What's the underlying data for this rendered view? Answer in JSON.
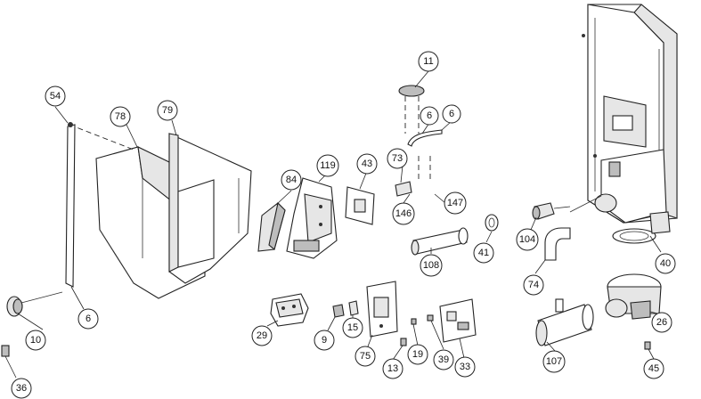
{
  "callouts": [
    {
      "label": "11"
    },
    {
      "label": "54"
    },
    {
      "label": "78"
    },
    {
      "label": "79"
    },
    {
      "label": "6"
    },
    {
      "label": "6"
    },
    {
      "label": "73"
    },
    {
      "label": "119"
    },
    {
      "label": "43"
    },
    {
      "label": "84"
    },
    {
      "label": "146"
    },
    {
      "label": "147"
    },
    {
      "label": "104"
    },
    {
      "label": "41"
    },
    {
      "label": "108"
    },
    {
      "label": "40"
    },
    {
      "label": "74"
    },
    {
      "label": "6"
    },
    {
      "label": "10"
    },
    {
      "label": "29"
    },
    {
      "label": "9"
    },
    {
      "label": "15"
    },
    {
      "label": "75"
    },
    {
      "label": "13"
    },
    {
      "label": "19"
    },
    {
      "label": "39"
    },
    {
      "label": "33"
    },
    {
      "label": "107"
    },
    {
      "label": "26"
    },
    {
      "label": "45"
    },
    {
      "label": "36"
    }
  ]
}
